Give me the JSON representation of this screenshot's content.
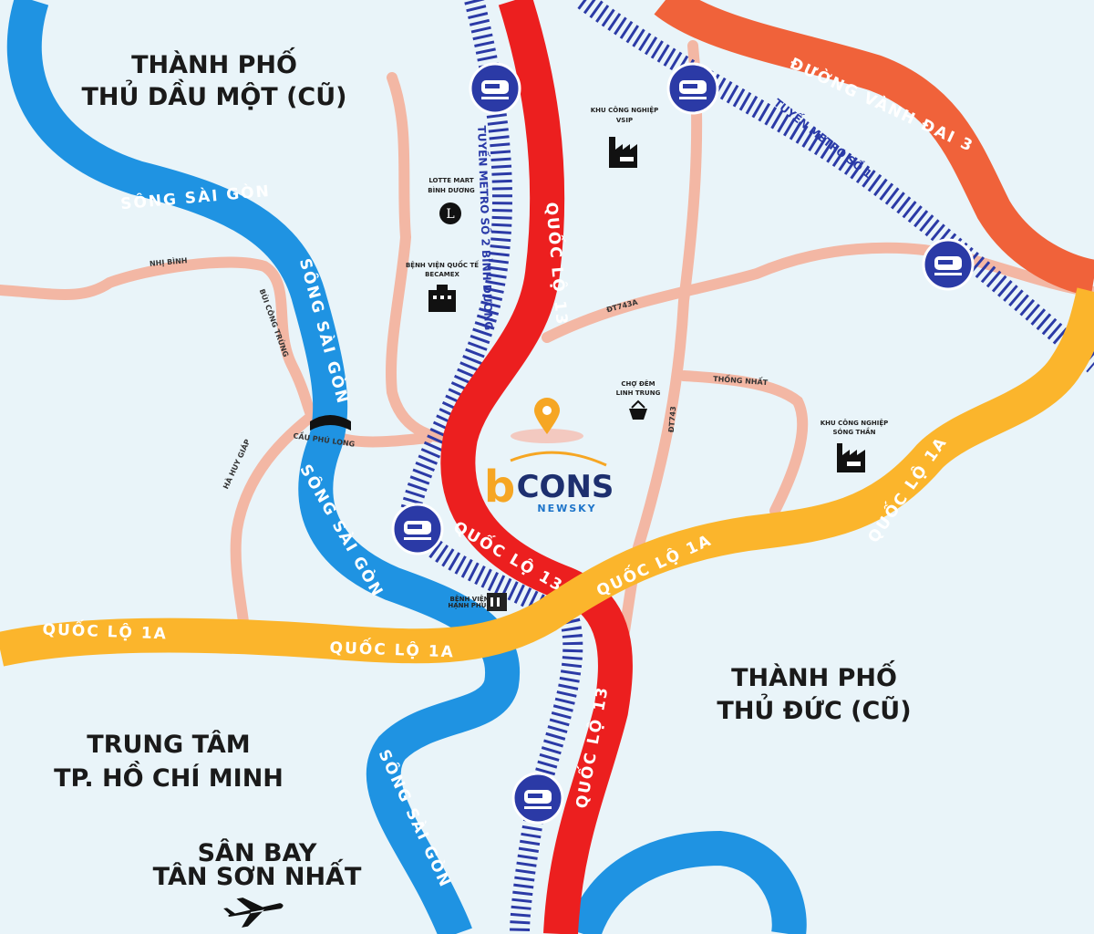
{
  "areas": {
    "thu_dau_mot_1": "THÀNH PHỐ",
    "thu_dau_mot_2": "THỦ DẦU MỘT (CŨ)",
    "thu_duc_1": "THÀNH PHỐ",
    "thu_duc_2": "THỦ ĐỨC (CŨ)",
    "hcm_1": "TRUNG TÂM",
    "hcm_2": "TP. HỒ CHÍ MINH",
    "airport_1": "SÂN BAY",
    "airport_2": "TÂN SƠN NHẤT"
  },
  "roads": {
    "ring3": "ĐƯỜNG VÀNH ĐAI 3",
    "metro1": "TUYẾN METRO SỐ 1",
    "metro2": "TUYẾN METRO SỐ 2 BÌNH DƯƠNG",
    "ql13": "QUỐC LỘ 13",
    "ql1a": "QUỐC LỘ 1A",
    "river": "SÔNG SÀI GÒN",
    "nhi_binh": "NHỊ BÌNH",
    "bui_cong_trung": "BÙI CÔNG TRỪNG",
    "ha_huy_giap": "HÀ HUY GIÁP",
    "thong_nhat": "THỐNG NHẤT",
    "dt743a": "ĐT743A",
    "dt743": "ĐT743",
    "bridge": "CẦU PHÚ LONG"
  },
  "pois": {
    "vsip_1": "KHU CÔNG NGHIỆP",
    "vsip_2": "VSIP",
    "lotte_1": "LOTTE MART",
    "lotte_2": "BÌNH DƯƠNG",
    "becamex_1": "BỆNH VIỆN QUỐC TẾ",
    "becamex_2": "BECAMEX",
    "market_1": "CHỢ ĐÊM",
    "market_2": "LINH TRUNG",
    "songthan_1": "KHU CÔNG NGHIỆP",
    "songthan_2": "SÓNG THẦN",
    "hospital_1": "BỆNH VIỆN",
    "hospital_2": "HẠNH PHÚC"
  },
  "logo": {
    "main": "CONS",
    "sub": "NEWSKY",
    "mark": "b"
  },
  "colors": {
    "river": "#1f93e2",
    "ql13": "#ec1f1f",
    "ring3": "#f0623a",
    "ql1a": "#fbb52c",
    "metro": "#2b3aa6",
    "minor_road": "#f3b7a4",
    "background": "#e9f4f9"
  }
}
